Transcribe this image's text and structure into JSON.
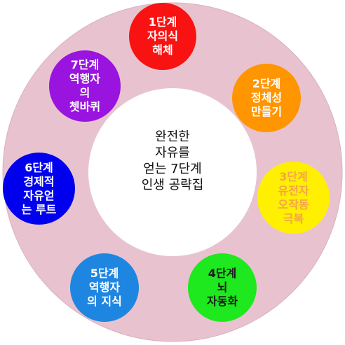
{
  "center": {
    "lines": [
      "완전한",
      "자유를",
      "얻는 7단계",
      "인생 공략집"
    ]
  },
  "colors": {
    "ring": "#e8c3cf",
    "ring_stroke": "#d8b0bf",
    "inner": "#ffffff"
  },
  "steps": [
    {
      "lines": [
        "1단계",
        "자의식",
        "해체"
      ],
      "color": "#f91212",
      "text_color": "#ffffff"
    },
    {
      "lines": [
        "2단계",
        "정체성",
        "만들기"
      ],
      "color": "#ff9500",
      "text_color": "#ffffff"
    },
    {
      "lines": [
        "3단계",
        "유전자",
        "오작동",
        "극복"
      ],
      "color": "#ffef00",
      "text_color": "#f4a34a"
    },
    {
      "lines": [
        "4단계",
        "뇌",
        "자동화"
      ],
      "color": "#1ee81e",
      "text_color": "#1a1a1a"
    },
    {
      "lines": [
        "5단계",
        "역행자",
        "의 지식"
      ],
      "color": "#1e86e0",
      "text_color": "#ffffff"
    },
    {
      "lines": [
        "6단계",
        "경제적",
        "자유얻",
        "는 루트"
      ],
      "color": "#0000ee",
      "text_color": "#ffffff"
    },
    {
      "lines": [
        "7단계",
        "역행자",
        "의",
        "쳇바퀴"
      ],
      "color": "#9a14e0",
      "text_color": "#ffffff"
    }
  ]
}
